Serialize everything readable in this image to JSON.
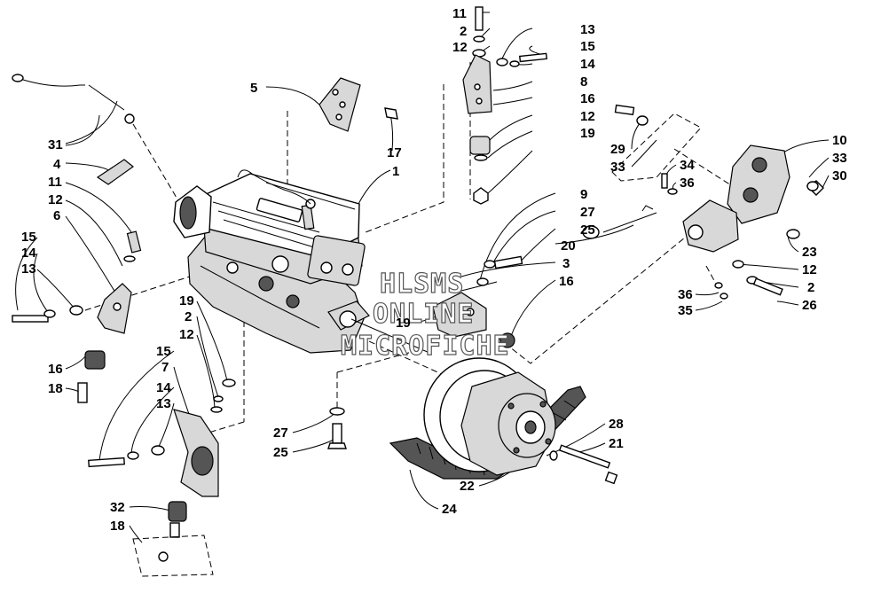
{
  "watermark": {
    "line1": "HLSMS",
    "line2": "ONLINE",
    "line3": "MICROFICHE"
  },
  "callouts": {
    "c1": "1",
    "c2a": "2",
    "c2b": "2",
    "c2c": "2",
    "c3": "3",
    "c4": "4",
    "c5": "5",
    "c6": "6",
    "c7": "7",
    "c8": "8",
    "c9": "9",
    "c10": "10",
    "c11a": "11",
    "c11b": "11",
    "c12a": "12",
    "c12b": "12",
    "c12c": "12",
    "c12d": "12",
    "c12e": "12",
    "c13a": "13",
    "c13b": "13",
    "c13c": "13",
    "c14a": "14",
    "c14b": "14",
    "c14c": "14",
    "c15a": "15",
    "c15b": "15",
    "c15c": "15",
    "c16a": "16",
    "c16b": "16",
    "c16c": "16",
    "c17": "17",
    "c18a": "18",
    "c18b": "18",
    "c19a": "19",
    "c19b": "19",
    "c19c": "19",
    "c20": "20",
    "c21": "21",
    "c22": "22",
    "c23": "23",
    "c24": "24",
    "c25a": "25",
    "c25b": "25",
    "c26": "26",
    "c27a": "27",
    "c27b": "27",
    "c28": "28",
    "c29": "29",
    "c30": "30",
    "c31": "31",
    "c32": "32",
    "c33a": "33",
    "c33b": "33",
    "c34": "34",
    "c35": "35",
    "c36a": "36",
    "c36b": "36"
  }
}
